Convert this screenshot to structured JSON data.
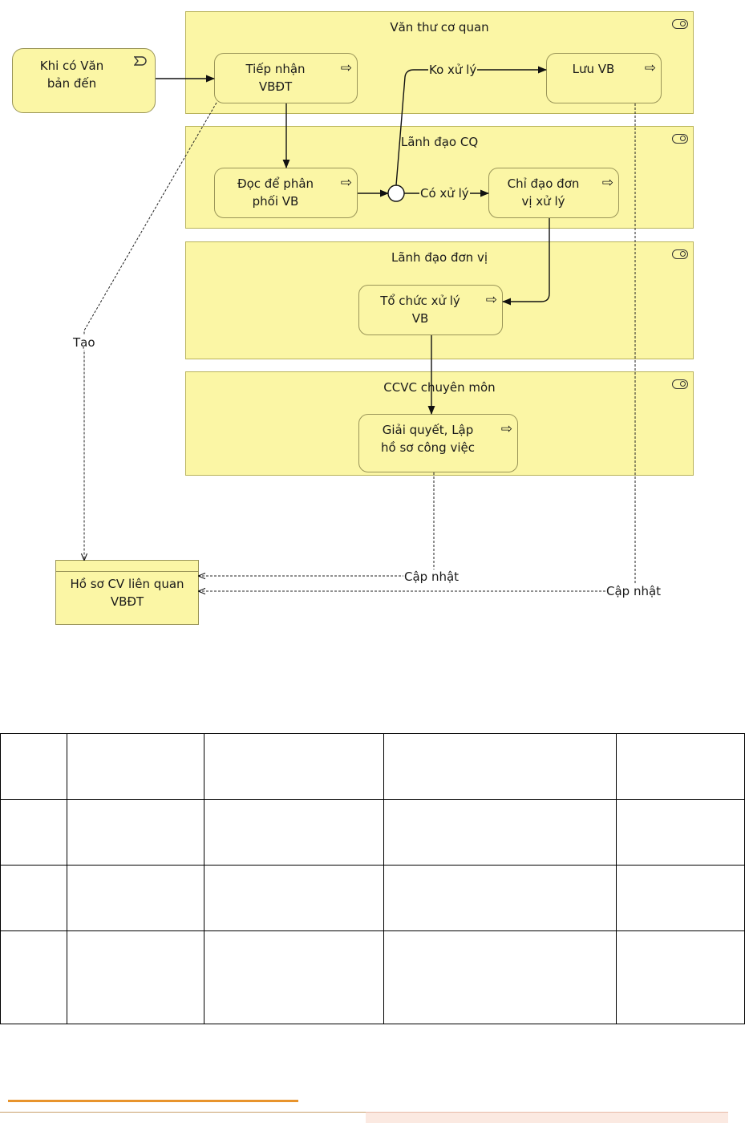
{
  "lanes": [
    {
      "title": "Văn thư cơ quan"
    },
    {
      "title": "Lãnh đạo CQ"
    },
    {
      "title": "Lãnh đạo đơn vị"
    },
    {
      "title": "CCVC chuyên môn"
    }
  ],
  "event": {
    "label": "Khi có Văn\nbản đến",
    "icon": "event-icon"
  },
  "processes": {
    "tiep_nhan": "Tiếp nhận\nVBĐT",
    "luu_vb": "Lưu VB",
    "doc_phan_phoi": "Đọc để phân\nphối VB",
    "chi_dao": "Chỉ đạo đơn\nvị xử lý",
    "to_chuc": "Tổ chức xử lý\nVB",
    "giai_quyet": "Giải quyết, Lập\nhồ sơ công việc"
  },
  "process_icon_glyph": "⇨",
  "data_object": {
    "label": "Hồ sơ CV liên quan\nVBĐT"
  },
  "edge_labels": {
    "ko_xu_ly": "Ko xử lý",
    "co_xu_ly": "Có xử lý",
    "tao": "Tạo",
    "cap_nhat_1": "Cập nhật",
    "cap_nhat_2": "Cập nhật"
  },
  "colors": {
    "lane_fill": "#fbf6a5",
    "accent_line": "#e8942c",
    "footer_tint": "#fbe9e1"
  },
  "table": {
    "rows": [
      [
        "",
        "",
        "",
        "",
        ""
      ],
      [
        "",
        "",
        "",
        "",
        ""
      ],
      [
        "",
        "",
        "",
        "",
        ""
      ],
      [
        "",
        "",
        "",
        "",
        ""
      ]
    ]
  }
}
